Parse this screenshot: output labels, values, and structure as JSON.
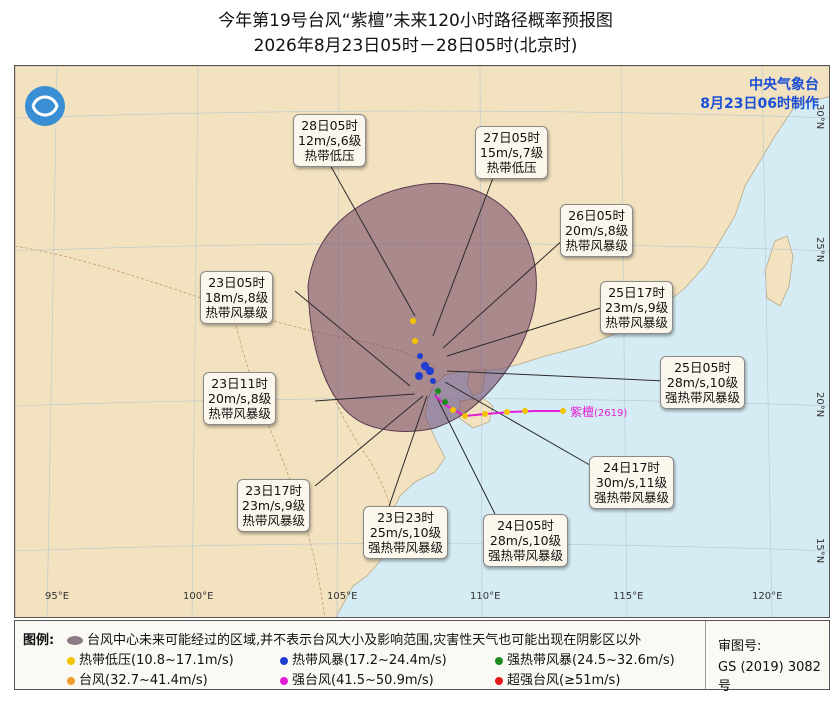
{
  "header": {
    "title": "今年第19号台风“紫檀”未来120小时路径概率预报图",
    "subtitle": "2026年8月23日05时－28日05时(北京时)"
  },
  "agency": {
    "name": "中央气象台",
    "issued": "8月23日06时制作"
  },
  "typhoon": {
    "name": "紫檀",
    "code": "(2619)"
  },
  "forecasts": [
    {
      "time": "28日05时",
      "wind": "12m/s,6级",
      "level": "热带低压"
    },
    {
      "time": "27日05时",
      "wind": "15m/s,7级",
      "level": "热带低压"
    },
    {
      "time": "26日05时",
      "wind": "20m/s,8级",
      "level": "热带风暴级"
    },
    {
      "time": "25日17时",
      "wind": "23m/s,9级",
      "level": "热带风暴级"
    },
    {
      "time": "25日05时",
      "wind": "28m/s,10级",
      "level": "强热带风暴级"
    },
    {
      "time": "24日17时",
      "wind": "30m/s,11级",
      "level": "强热带风暴级"
    },
    {
      "time": "24日05时",
      "wind": "28m/s,10级",
      "level": "强热带风暴级"
    },
    {
      "time": "23日23时",
      "wind": "25m/s,10级",
      "level": "强热带风暴级"
    },
    {
      "time": "23日17时",
      "wind": "23m/s,9级",
      "level": "热带风暴级"
    },
    {
      "time": "23日11时",
      "wind": "20m/s,8级",
      "level": "热带风暴级"
    },
    {
      "time": "23日05时",
      "wind": "18m/s,8级",
      "level": "热带风暴级"
    }
  ],
  "axes": {
    "lon": [
      "95°E",
      "100°E",
      "105°E",
      "110°E",
      "115°E",
      "120°E"
    ],
    "lat": [
      "15°N",
      "20°N",
      "25°N",
      "30°N"
    ]
  },
  "legend": {
    "title": "图例:",
    "cone": "台风中心未来可能经过的区域,并不表示台风大小及影响范围,灾害性天气也可能出现在阴影区以外",
    "items": [
      {
        "label": "热带低压(10.8~17.1m/s)",
        "color": "#f2c400"
      },
      {
        "label": "热带风暴(17.2~24.4m/s)",
        "color": "#1f3ed1"
      },
      {
        "label": "强热带风暴(24.5~32.6m/s)",
        "color": "#1f8a1f"
      },
      {
        "label": "台风(32.7~41.4m/s)",
        "color": "#f39a2c"
      },
      {
        "label": "强台风(41.5~50.9m/s)",
        "color": "#e51ed6"
      },
      {
        "label": "超强台风(≥51m/s)",
        "color": "#e21a1a"
      }
    ],
    "review_label": "审图号:",
    "review_no": "GS (2019) 3082号"
  },
  "colors": {
    "land": "#f3e2bf",
    "sea": "#d6ecf5",
    "cone": "#7a4e6e",
    "track": "#e51ed6"
  }
}
